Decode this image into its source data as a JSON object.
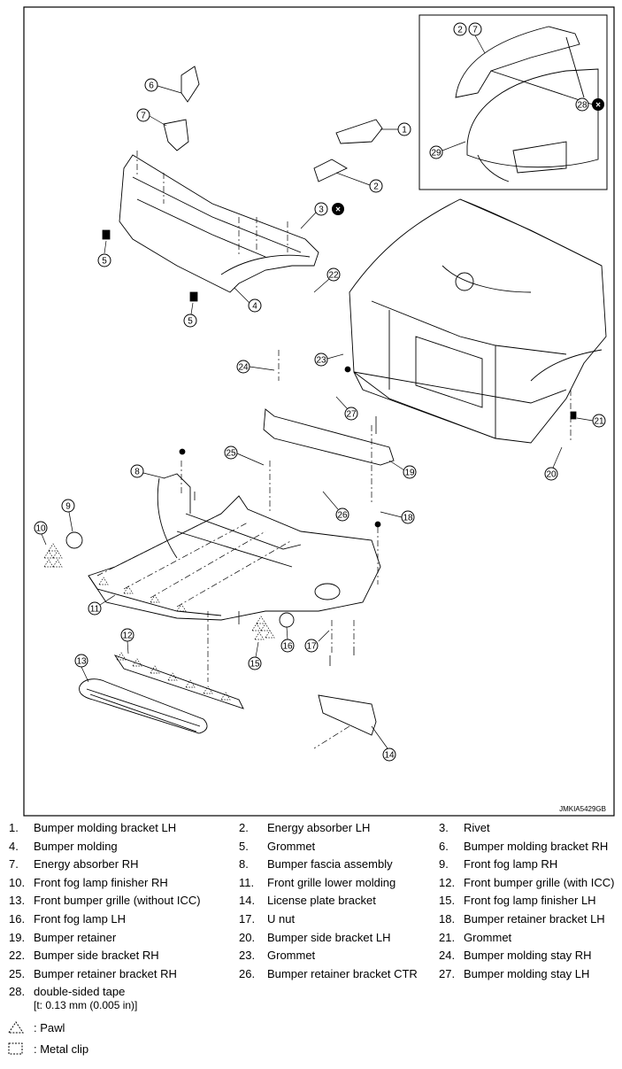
{
  "figure_id": "JMKIA5429GB",
  "callouts": [
    "1",
    "2",
    "3",
    "4",
    "5",
    "6",
    "7",
    "8",
    "9",
    "10",
    "11",
    "12",
    "13",
    "14",
    "15",
    "16",
    "17",
    "18",
    "19",
    "20",
    "21",
    "22",
    "23",
    "24",
    "25",
    "26",
    "27",
    "28",
    "29"
  ],
  "parts": [
    {
      "num": "1.",
      "name": "Bumper molding bracket LH"
    },
    {
      "num": "2.",
      "name": "Energy absorber LH"
    },
    {
      "num": "3.",
      "name": "Rivet"
    },
    {
      "num": "4.",
      "name": "Bumper molding"
    },
    {
      "num": "5.",
      "name": "Grommet"
    },
    {
      "num": "6.",
      "name": "Bumper molding bracket RH"
    },
    {
      "num": "7.",
      "name": "Energy absorber RH"
    },
    {
      "num": "8.",
      "name": "Bumper fascia assembly"
    },
    {
      "num": "9.",
      "name": "Front fog lamp RH"
    },
    {
      "num": "10.",
      "name": "Front fog lamp finisher RH"
    },
    {
      "num": "11.",
      "name": "Front grille lower molding"
    },
    {
      "num": "12.",
      "name": "Front bumper grille (with ICC)"
    },
    {
      "num": "13.",
      "name": "Front bumper grille (without ICC)"
    },
    {
      "num": "14.",
      "name": "License plate bracket"
    },
    {
      "num": "15.",
      "name": "Front fog lamp finisher LH"
    },
    {
      "num": "16.",
      "name": "Front fog lamp LH"
    },
    {
      "num": "17.",
      "name": "U nut"
    },
    {
      "num": "18.",
      "name": "Bumper retainer bracket LH"
    },
    {
      "num": "19.",
      "name": "Bumper retainer"
    },
    {
      "num": "20.",
      "name": "Bumper side bracket LH"
    },
    {
      "num": "21.",
      "name": "Grommet"
    },
    {
      "num": "22.",
      "name": "Bumper side bracket RH"
    },
    {
      "num": "23.",
      "name": "Grommet"
    },
    {
      "num": "24.",
      "name": "Bumper molding stay RH"
    },
    {
      "num": "25.",
      "name": "Bumper retainer bracket RH"
    },
    {
      "num": "26.",
      "name": "Bumper retainer bracket CTR"
    },
    {
      "num": "27.",
      "name": "Bumper molding stay LH"
    },
    {
      "num": "28.",
      "name": "double-sided tape"
    }
  ],
  "part28_extra": "[t: 0.13 mm (0.005 in)]",
  "symbols": [
    {
      "icon": "pawl-triangle-icon",
      "label": ": Pawl"
    },
    {
      "icon": "metal-clip-square-icon",
      "label": ": Metal clip"
    }
  ]
}
